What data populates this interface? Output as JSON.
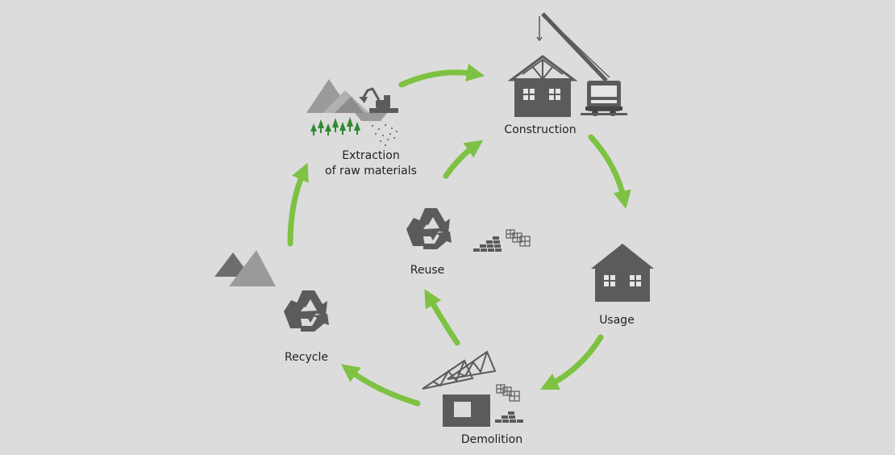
{
  "diagram": {
    "nodes": {
      "extraction": {
        "line1": "Extraction",
        "line2": "of raw materials"
      },
      "construction": {
        "label": "Construction"
      },
      "usage": {
        "label": "Usage"
      },
      "demolition": {
        "label": "Demolition"
      },
      "recycle": {
        "label": "Recycle"
      },
      "reuse": {
        "label": "Reuse"
      }
    },
    "colors": {
      "background": "#dcdcdc",
      "arrow": "#7dc242",
      "icon_dark": "#5b5b5b",
      "icon_light": "#9a9a9a",
      "tree": "#2f8a2f"
    }
  }
}
